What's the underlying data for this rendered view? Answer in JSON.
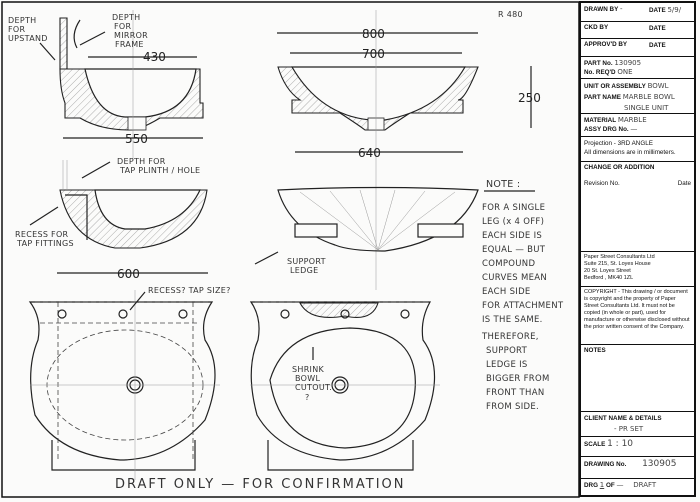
{
  "drawing": {
    "radius_note": "R 480",
    "dims": {
      "d430": "430",
      "d550": "550",
      "d600": "600",
      "d800": "800",
      "d700": "700",
      "d250": "250",
      "d640": "640"
    },
    "labels": {
      "depth_upstand": [
        "DEPTH",
        "FOR",
        "UPSTAND"
      ],
      "depth_mirror": [
        "DEPTH",
        "FOR",
        "MIRROR",
        "FRAME"
      ],
      "depth_tap": [
        "DEPTH FOR",
        "TAP PLINTH / HOLE"
      ],
      "recess_tap": [
        "RECESS FOR",
        "TAP FITTINGS"
      ],
      "support_ledge": [
        "SUPPORT",
        "LEDGE"
      ],
      "recess_q": "RECESS? TAP SIZE?",
      "shrink": [
        "SHRINK",
        "BOWL",
        "CUTOUT.",
        "?"
      ]
    },
    "note_title": "NOTE :",
    "note_lines": [
      "FOR A SINGLE",
      "LEG (x 4 OFF)",
      "EACH SIDE IS",
      "EQUAL — BUT",
      "COMPOUND",
      "CURVES MEAN",
      "EACH SIDE",
      "FOR ATTACHMENT",
      "IS THE SAME.",
      "THEREFORE,",
      "SUPPORT",
      "LEDGE IS",
      "BIGGER FROM",
      "FRONT THAN",
      "FROM SIDE."
    ],
    "footer": "DRAFT ONLY — FOR CONFIRMATION"
  },
  "title_block": {
    "drawn_by": "DRAWN BY",
    "drawn_by_value": "-",
    "date_label": "DATE",
    "drawn_date": "5/9/",
    "ckd_by": "CKD BY",
    "approved_by": "APPROV'D BY",
    "part_no": "PART No.",
    "part_no_value": "130905",
    "no_reqd": "No. REQ'D",
    "no_reqd_value": "ONE",
    "unit": "UNIT OR ASSEMBLY",
    "unit_value": "BOWL",
    "part_name": "PART NAME",
    "part_name_value": [
      "MARBLE BOWL",
      "SINGLE UNIT"
    ],
    "material": "MATERIAL",
    "material_value": "MARBLE",
    "assy": "ASSY DRG No.",
    "assy_value": "—",
    "projection": "Projection - 3RD ANGLE",
    "dims_note": "All dimensions are in millimeters.",
    "change": "CHANGE OR ADDITION",
    "revision": "Revision No.",
    "revision_date": "Date",
    "address": [
      "Paper Street Consultants Ltd",
      "Suite 215, St. Loyes House",
      "20 St. Loyes Street",
      "Bedford , MK40 1ZL"
    ],
    "copyright": "COPYRIGHT - This drawing / or document is copyright and the property of Paper Street Consultants Ltd. It must not be copied (in whole or part), used for manufacture or otherwise disclosed without the prior written consent of the Company.",
    "notes": "NOTES",
    "client": "CLIENT NAME & DETAILS",
    "client_value": "- PR SET",
    "scale": "SCALE",
    "scale_value": "1 : 10",
    "drawing_no": "DRAWING No.",
    "drawing_no_value": "130905",
    "drg": "DRG",
    "drg_value": "1",
    "of": "OF",
    "of_value": "—",
    "status": "DRAFT"
  }
}
